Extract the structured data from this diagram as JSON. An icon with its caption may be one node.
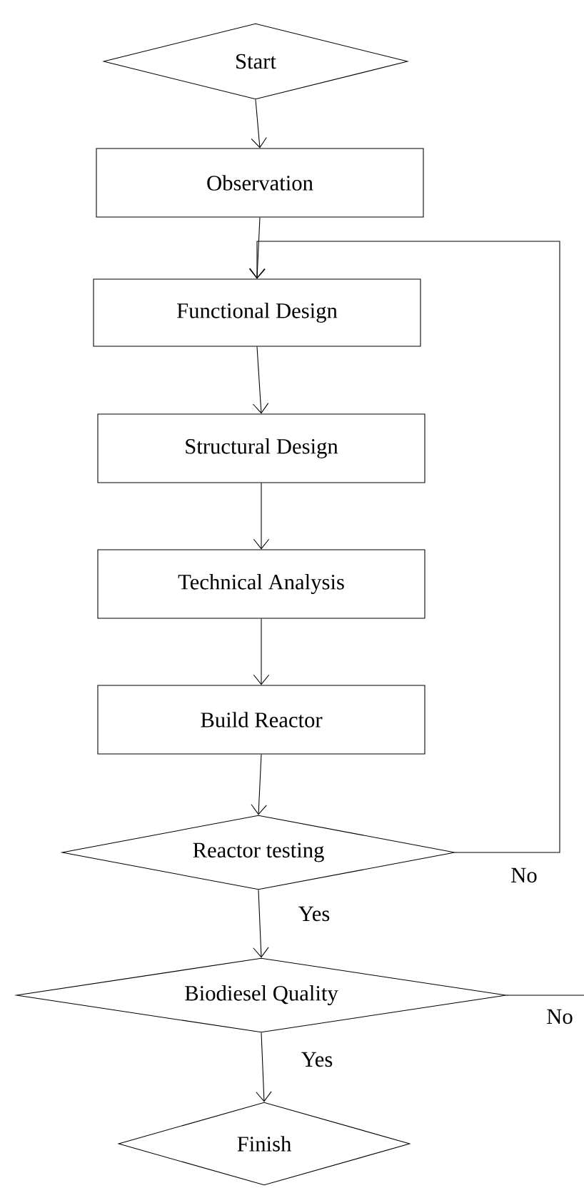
{
  "diagram": {
    "nodes": [
      {
        "text": [
          "Start"
        ]
      },
      {
        "text": [
          "Observation"
        ]
      },
      {
        "text": [
          "Functional Design"
        ]
      },
      {
        "text": [
          "Structural Design"
        ]
      },
      {
        "text": [
          "Technical Analysis"
        ]
      },
      {
        "text": [
          "Build Reactor"
        ]
      },
      {
        "text": [
          "Reactor testing"
        ]
      },
      {
        "text": [
          "Biodiesel Quality"
        ]
      },
      {
        "text": [
          "Finish"
        ]
      }
    ],
    "edges": [
      {
        "from": 0,
        "to": 1,
        "arrow": "to"
      },
      {
        "from": 1,
        "to": 2,
        "arrow": "to"
      },
      {
        "from": 2,
        "to": 3,
        "arrow": "to"
      },
      {
        "from": 3,
        "to": 4,
        "arrow": "to"
      },
      {
        "from": 4,
        "to": 5,
        "arrow": "to"
      },
      {
        "from": 5,
        "to": 6,
        "arrow": "to"
      },
      {
        "from": 6,
        "to": 7,
        "arrow": "to",
        "label": "Yes"
      },
      {
        "from": 7,
        "to": 8,
        "arrow": "to",
        "label": "Yes"
      },
      {
        "from": 6,
        "to": 2,
        "arrow": "to",
        "label": "No"
      },
      {
        "from": 7,
        "to": null,
        "arrow": "none",
        "label": "No"
      }
    ]
  }
}
